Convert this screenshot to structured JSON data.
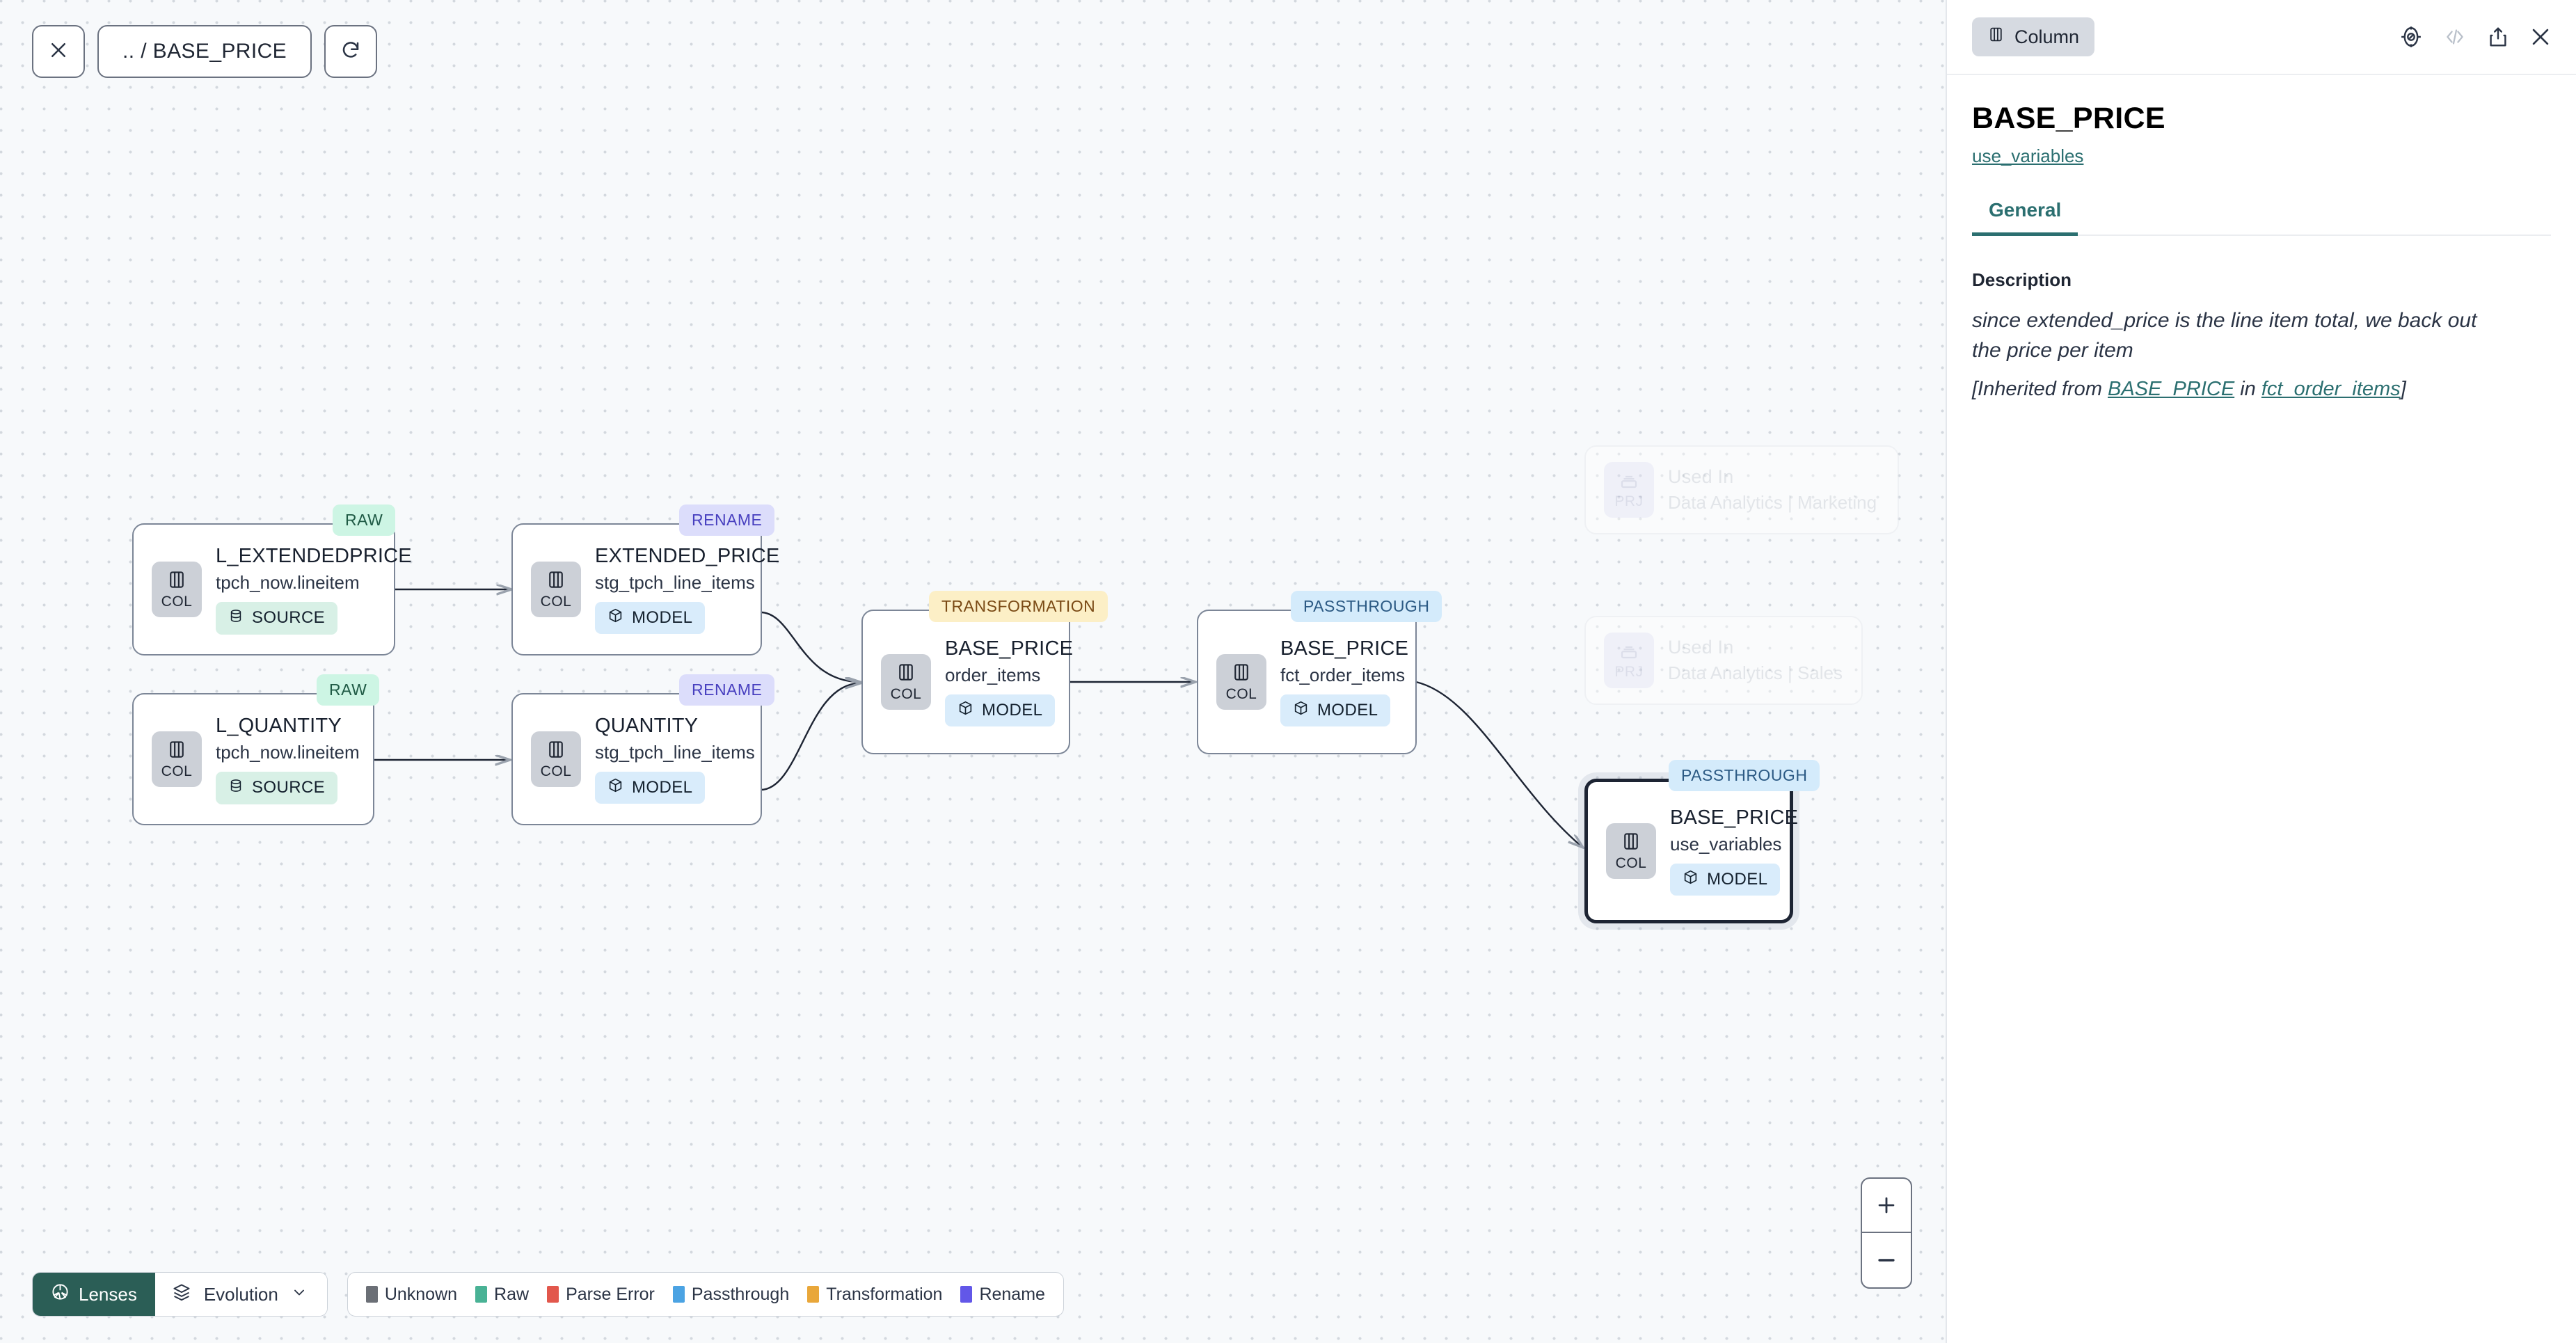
{
  "canvas": {
    "top_controls": {
      "close_label": "close-icon",
      "breadcrumb": ".. / BASE_PRICE",
      "refresh_label": "refresh-icon"
    },
    "zoom": {
      "zoom_in": "+",
      "zoom_out": "–"
    },
    "bottom_bar": {
      "lenses_label": "Lenses",
      "evolution_label": "Evolution",
      "legend": [
        {
          "label": "Unknown",
          "color": "#6b6f76"
        },
        {
          "label": "Raw",
          "color": "#49b295"
        },
        {
          "label": "Parse Error",
          "color": "#e2574c"
        },
        {
          "label": "Passthrough",
          "color": "#4ba3e3"
        },
        {
          "label": "Transformation",
          "color": "#e9a73a"
        },
        {
          "label": "Rename",
          "color": "#6257e8"
        }
      ]
    },
    "nodes": [
      {
        "kind": "RAW",
        "type": "COL",
        "title": "L_EXTENDEDPRICE",
        "subtitle": "tpch_now.lineitem",
        "tag": "SOURCE"
      },
      {
        "kind": "RAW",
        "type": "COL",
        "title": "L_QUANTITY",
        "subtitle": "tpch_now.lineitem",
        "tag": "SOURCE"
      },
      {
        "kind": "RENAME",
        "type": "COL",
        "title": "EXTENDED_PRICE",
        "subtitle": "stg_tpch_line_items",
        "tag": "MODEL"
      },
      {
        "kind": "RENAME",
        "type": "COL",
        "title": "QUANTITY",
        "subtitle": "stg_tpch_line_items",
        "tag": "MODEL"
      },
      {
        "kind": "TRANSFORMATION",
        "type": "COL",
        "title": "BASE_PRICE",
        "subtitle": "order_items",
        "tag": "MODEL"
      },
      {
        "kind": "PASSTHROUGH",
        "type": "COL",
        "title": "BASE_PRICE",
        "subtitle": "fct_order_items",
        "tag": "MODEL"
      },
      {
        "kind": "PASSTHROUGH",
        "type": "COL",
        "title": "BASE_PRICE",
        "subtitle": "use_variables",
        "tag": "MODEL"
      }
    ],
    "ghost_nodes": [
      {
        "type": "PRJ",
        "title": "Used In",
        "subtitle": "Data Analytics | Marketing"
      },
      {
        "type": "PRJ",
        "title": "Used In",
        "subtitle": "Data Analytics | Sales"
      }
    ]
  },
  "panel": {
    "chip_label": "Column",
    "title": "BASE_PRICE",
    "model_link": "use_variables",
    "tabs": [
      {
        "label": "General"
      }
    ],
    "description_label": "Description",
    "description_text": "since extended_price is the line item total, we back out the price per item",
    "inherited_prefix": "[Inherited from ",
    "inherited_column": "BASE_PRICE",
    "inherited_mid": " in ",
    "inherited_model": "fct_order_items",
    "inherited_suffix": "]"
  },
  "colors": {
    "accent_teal": "#2b6f70",
    "lens_bg": "#2b5e56",
    "selected_border": "#1d2433"
  }
}
